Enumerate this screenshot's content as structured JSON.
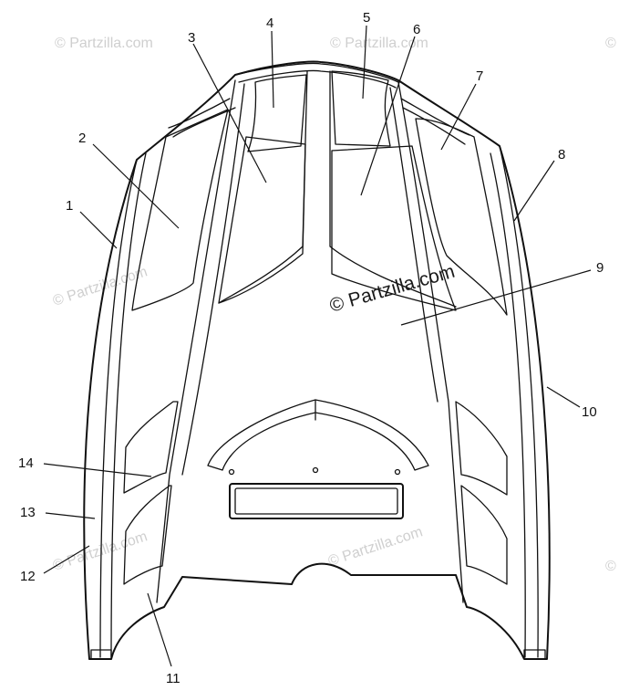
{
  "watermark": {
    "text": "© Partzilla.com",
    "center_text": "© Partzilla.com"
  },
  "callouts": [
    {
      "id": "1",
      "label": "1"
    },
    {
      "id": "2",
      "label": "2"
    },
    {
      "id": "3",
      "label": "3"
    },
    {
      "id": "4",
      "label": "4"
    },
    {
      "id": "5",
      "label": "5"
    },
    {
      "id": "6",
      "label": "6"
    },
    {
      "id": "7",
      "label": "7"
    },
    {
      "id": "8",
      "label": "8"
    },
    {
      "id": "9",
      "label": "9"
    },
    {
      "id": "10",
      "label": "10"
    },
    {
      "id": "11",
      "label": "11"
    },
    {
      "id": "12",
      "label": "12"
    },
    {
      "id": "13",
      "label": "13"
    },
    {
      "id": "14",
      "label": "14"
    }
  ]
}
